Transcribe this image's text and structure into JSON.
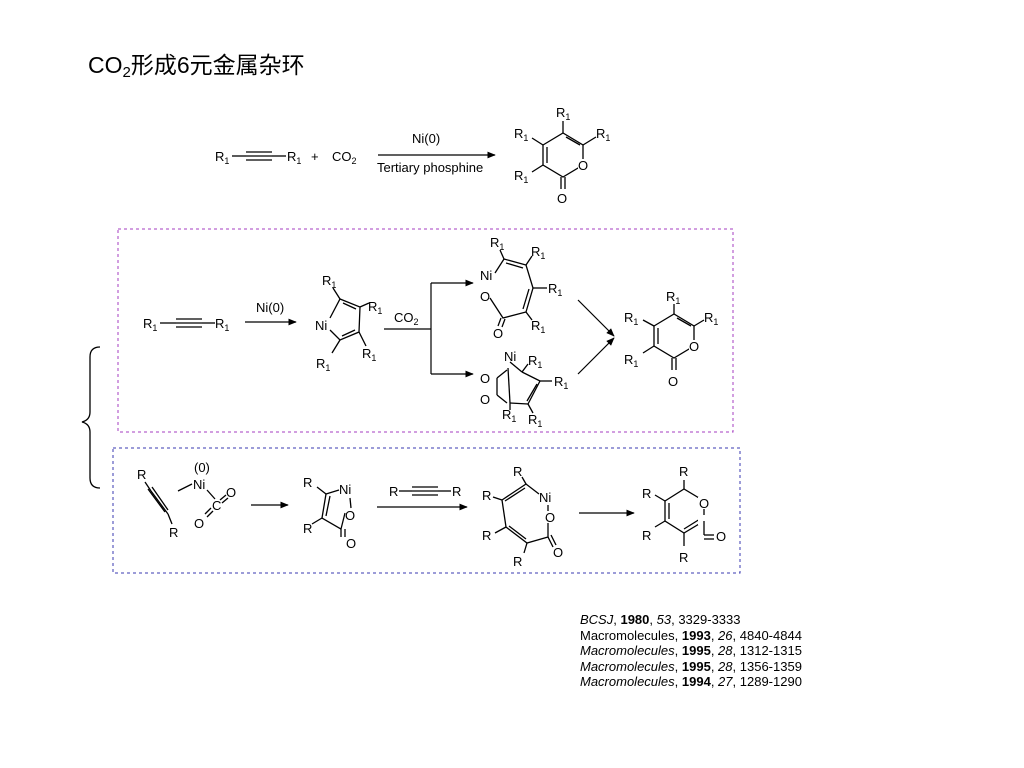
{
  "title": {
    "prefix": "CO",
    "sub": "2",
    "rest": "形成6元金属杂环"
  },
  "labels": {
    "R1": "R",
    "one": "1",
    "R": "R",
    "plus": "+",
    "CO": "CO",
    "two": "2",
    "Ni0": "Ni(0)",
    "Ni": "Ni",
    "phosphine": "Tertiary phosphine",
    "O": "O",
    "zero": "(0)",
    "C": "C"
  },
  "references": [
    {
      "journal": "BCSJ",
      "journal_italic": true,
      "year": "1980",
      "volume": "53",
      "pages": "3329-3333"
    },
    {
      "journal": "Macromolecules",
      "journal_italic": false,
      "year": "1993",
      "volume": "26",
      "pages": "4840-4844"
    },
    {
      "journal": "Macromolecules",
      "journal_italic": true,
      "year": "1995",
      "volume": "28",
      "pages": "1312-1315"
    },
    {
      "journal": "Macromolecules",
      "journal_italic": true,
      "year": "1995",
      "volume": "28",
      "pages": "1356-1359"
    },
    {
      "journal": "Macromolecules",
      "journal_italic": true,
      "year": "1994",
      "volume": "27",
      "pages": "1289-1290"
    }
  ],
  "colors": {
    "box_border": "#a43ec0",
    "box2_border": "#3a3ab0",
    "text": "#000000"
  }
}
